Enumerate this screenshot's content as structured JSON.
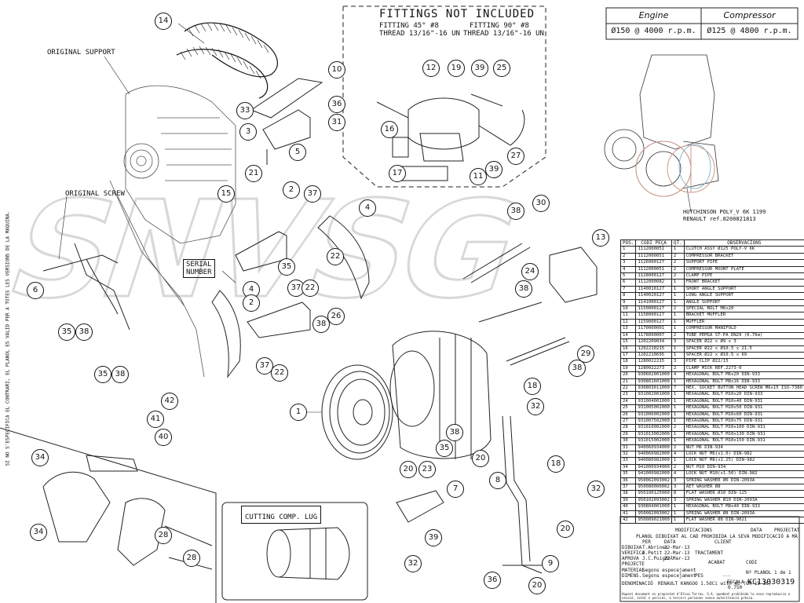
{
  "header": {
    "engine_label": "Engine",
    "compressor_label": "Compressor",
    "engine_value": "Ø150 @ 4000 r.p.m.",
    "compressor_value": "Ø125 @ 4800 r.p.m."
  },
  "fittings": {
    "title": "FITTINGS NOT INCLUDED",
    "fitting45_line1": "FITTING 45° #8",
    "fitting45_line2": "THREAD 13/16\"-16 UN",
    "fitting90_line1": "FITTING 90° #8",
    "fitting90_line2": "THREAD 13/16\"-16 UN"
  },
  "labels": {
    "original_support": "ORIGINAL SUPPORT",
    "original_screw": "ORIGINAL SCREW",
    "serial_number_l1": "SERIAL",
    "serial_number_l2": "NUMBER",
    "cutting_comp_lug": "CUTTING COMP. LUG",
    "belt_line1": "HUTCHINSON POLY_V 6K 1199",
    "belt_line2": "RENAULT ref.8200821813",
    "side_note": "SI NO S'ESPECIFICA EL CONTRARI, EL PLANOL ES VALID PER A TOTES LES VERSIONS DE LA MAQUINA."
  },
  "balloons": {
    "b14": "14",
    "b10": "10",
    "b33": "33",
    "b3": "3",
    "b36": "36",
    "b31": "31",
    "b5": "5",
    "b21": "21",
    "b12": "12",
    "b19": "19",
    "b39a": "39",
    "b25": "25",
    "b16": "16",
    "b17": "17",
    "b11": "11",
    "b39b": "39",
    "b27": "27",
    "b15": "15",
    "b2a": "2",
    "b37a": "37",
    "b4a": "4",
    "b22a": "22",
    "b35a": "35",
    "b37b": "37",
    "b22b": "22",
    "b6": "6",
    "b35b": "35",
    "b38a": "38",
    "b35c": "35",
    "b38b": "38",
    "b4b": "4",
    "b2b": "2",
    "b37c": "37",
    "b22c": "22",
    "b38c": "38",
    "b26": "26",
    "b38d": "38",
    "b30": "30",
    "b13": "13",
    "b24": "24",
    "b38e": "38",
    "b29": "29",
    "b38f": "38",
    "b1": "1",
    "b42": "42",
    "b41": "41",
    "b40": "40",
    "b18a": "18",
    "b32a": "32",
    "b38g": "38",
    "b35d": "35",
    "b20a": "20",
    "b34a": "34",
    "b34b": "34",
    "b28a": "28",
    "b28b": "28",
    "b20b": "20",
    "b23": "23",
    "b7": "7",
    "b39c": "39",
    "b32b": "32",
    "b8": "8",
    "b18b": "18",
    "b32c": "32",
    "b20c": "20",
    "b9": "9",
    "b36b": "36",
    "b20d": "20"
  },
  "parts_table": {
    "headers": [
      "POS.",
      "CODI PEÇA",
      "QT.",
      "OBSERVACIONS"
    ],
    "rows": [
      [
        "1",
        "1112000051",
        "1",
        "CLUTCH ASSY Ø125 POLY-V 6K"
      ],
      [
        "2",
        "1112000051",
        "2",
        "COMPRESSOR BRACKET"
      ],
      [
        "3",
        "1126000127",
        "2",
        "SUPPORT PIPE"
      ],
      [
        "4",
        "1112000051",
        "2",
        "COMPRESSOR MOUNT PLATE"
      ],
      [
        "5",
        "1128000127",
        "2",
        "CLAMP PIPE"
      ],
      [
        "6",
        "1112000082",
        "1",
        "FRONT BRACKET"
      ],
      [
        "7",
        "1140010127",
        "1",
        "SHORT ANGLE SUPPORT"
      ],
      [
        "8",
        "1140020127",
        "1",
        "LONG ANGLE SUPPORT"
      ],
      [
        "9",
        "1141000127",
        "1",
        "ANGLE SUPPORT"
      ],
      [
        "10",
        "1150000127",
        "2",
        "SPECIAL BOLT M6x20"
      ],
      [
        "11",
        "1158000127",
        "1",
        "BRACKET MUFFLER"
      ],
      [
        "12",
        "1159000127",
        "1",
        "MUFFLER"
      ],
      [
        "13",
        "1170000001",
        "1",
        "COMPRESSOR MANIFOLD"
      ],
      [
        "14",
        "1178000007",
        "2",
        "TUBE PEMSA ST-PA DN29 (0.76m)"
      ],
      [
        "15",
        "1202209034",
        "3",
        "SPACER Ø22 x Ø9 x 3"
      ],
      [
        "16",
        "1202210215",
        "1",
        "SPACER Ø22 x Ø10.5 x 21.5"
      ],
      [
        "17",
        "1202210695",
        "1",
        "SPACER Ø22 x Ø10.5 x 69"
      ],
      [
        "18",
        "1280022215",
        "3",
        "PIPE CLIP Ø22/15"
      ],
      [
        "19",
        "1280022273",
        "2",
        "CLAMP MICK REF.2273-0"
      ],
      [
        "20",
        "930602001000",
        "4",
        "HEXAGONAL BOLT M6x20 DIN-933"
      ],
      [
        "21",
        "930801601000",
        "1",
        "HEXAGONAL BOLT M8x16 DIN-933"
      ],
      [
        "22",
        "930803011000",
        "7",
        "HEX. SOCKET BUTTON HEAD SCREW M6x15 ISO-7380"
      ],
      [
        "23",
        "931002001000",
        "1",
        "HEXAGONAL BOLT M10x20 DIN-933"
      ],
      [
        "24",
        "931004001000",
        "1",
        "HEXAGONAL BOLT M10x40 DIN-931"
      ],
      [
        "25",
        "931005002000",
        "1",
        "HEXAGONAL BOLT M10x50 DIN-931"
      ],
      [
        "26",
        "931006002000",
        "1",
        "HEXAGONAL BOLT M10x60 DIN-931"
      ],
      [
        "27",
        "931007502000",
        "1",
        "HEXAGONAL BOLT M10x75 DIN-931"
      ],
      [
        "28",
        "931010002000",
        "2",
        "HEXAGONAL BOLT M10x100 DIN-931"
      ],
      [
        "29",
        "931013002000",
        "1",
        "HEXAGONAL BOLT M10x130 DIN-931"
      ],
      [
        "30",
        "931015002000",
        "1",
        "HEXAGONAL BOLT M10x150 DIN-931"
      ],
      [
        "31",
        "940060934000",
        "2",
        "NUT M6 DIN-934"
      ],
      [
        "32",
        "940060982000",
        "4",
        "LOCK NUT M6(x1.0) DIN-982"
      ],
      [
        "33",
        "940080982000",
        "1",
        "LOCK NUT M8(x1.25) DIN-982"
      ],
      [
        "34",
        "941000934000",
        "2",
        "NUT M10 DIN-934"
      ],
      [
        "35",
        "941000982000",
        "4",
        "LOCK NUT M10(x1.50) DIN-982"
      ],
      [
        "36",
        "950062093002",
        "3",
        "SPRING WASHER Ø6 DIN-2093A"
      ],
      [
        "37",
        "950080000002",
        "3",
        "AET WASHER Ø8"
      ],
      [
        "38",
        "950100125000",
        "8",
        "FLAT WASHER Ø10 DIN-125"
      ],
      [
        "39",
        "950102093002",
        "3",
        "SPRING WASHER Ø10 DIN-2093A"
      ],
      [
        "40",
        "930804001000",
        "1",
        "HEXAGONAL BOLT M8x40 DIN-933"
      ],
      [
        "41",
        "950082093002",
        "1",
        "SPRING WASHER Ø8 DIN-2093A"
      ],
      [
        "42",
        "950089021000",
        "1",
        "FLAT WASHER Ø8 DIN-9021"
      ]
    ]
  },
  "title_block": {
    "modifications": "MODIFICACIONS",
    "data": "DATA",
    "projectat": "PROJECTAT",
    "copyright_notice": "PLANOL DIBUIXAT AL CAD PROHIBIDA LA SEVA MODIFICACIÓ A MÀ",
    "per": "PER",
    "data2": "DATA",
    "client": "CLIENT",
    "dibuixa": "DIBUIXA",
    "dibuixa_per": "T.Abrines",
    "dibuixa_data": "22-Mar-13",
    "verifica": "VERIFICA",
    "verifica_per": "J.Petit",
    "verifica_data": "22-Mar-13",
    "aprova": "APROVA",
    "aprova_per": "J.C.Puigdol",
    "aprova_data": "22-Mar-13",
    "projecte": "PROJECTE",
    "tractament": "TRACTAMENT",
    "acabat": "ACABAT",
    "codi": "CODI",
    "material": "MATERIAL",
    "material_val": "Segons especejament",
    "dimens": "DIMENS.",
    "dimens_val": "Segons especejament",
    "pes": "PES",
    "escala": "ESCALA",
    "escala_val": "0.750",
    "num_planol": "Nº PLANOL",
    "sheet": "1 de 1",
    "denominacio": "DENOMINACIÓ",
    "denominacio_val": "RENAULT KANGOO 1.5dCi with AC (OM-15-16)",
    "drawing_number": "KC13030319",
    "footer": "Aquest document es propietat d'Oliva Torras, S.A. quedant prohibida la seva reproduccio o cessió, total o parcial, a tercers persones sense autorització prèvia.",
    "dash": "---"
  }
}
